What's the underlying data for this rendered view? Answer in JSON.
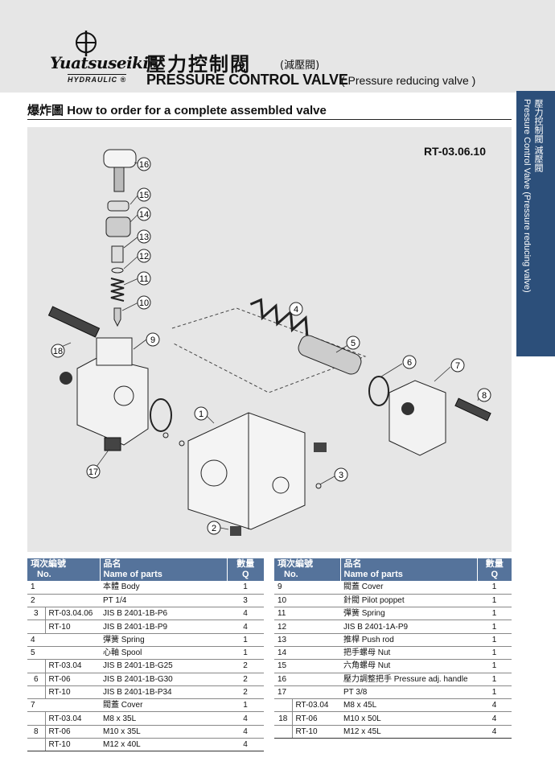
{
  "header": {
    "brand": "Yuatsuseiki",
    "brand_sub": "HYDRAULIC ®",
    "title_zh": "壓力控制閥",
    "title_zh_sub": "(減壓閥)",
    "title_en": "PRESSURE CONTROL VALVE",
    "title_en_sub": "( Pressure reducing valve )"
  },
  "section": {
    "zh": "爆炸圖",
    "en": "How to order for a complete assembled valve"
  },
  "side_tab": {
    "line1": "壓力控制閥 減壓閥",
    "line2": "Pressure Control Valve (Pressure reducing valve)"
  },
  "diagram": {
    "model": "RT-03.06.10",
    "callouts": [
      "1",
      "2",
      "3",
      "4",
      "5",
      "6",
      "7",
      "8",
      "9",
      "10",
      "11",
      "12",
      "13",
      "14",
      "15",
      "16",
      "17",
      "18"
    ]
  },
  "table_headers": {
    "no_zh": "項次編號",
    "no_en": "No.",
    "name_zh": "品名",
    "name_en": "Name of parts",
    "q_zh": "數量",
    "q_en": "Q"
  },
  "left_rows": [
    {
      "no": "1",
      "sub": "",
      "name": "本體 Body",
      "q": "1"
    },
    {
      "no": "2",
      "sub": "",
      "name": "PT 1/4",
      "q": "3"
    },
    {
      "no": "3",
      "sub": "RT-03.04.06",
      "name": "JIS B 2401-1B-P6",
      "q": "4"
    },
    {
      "no": "",
      "sub": "RT-10",
      "name": "JIS B 2401-1B-P9",
      "q": "4"
    },
    {
      "no": "4",
      "sub": "",
      "name": "彈簧 Spring",
      "q": "1"
    },
    {
      "no": "5",
      "sub": "",
      "name": "心軸 Spool",
      "q": "1"
    },
    {
      "no": "",
      "sub": "RT-03.04",
      "name": "JIS B 2401-1B-G25",
      "q": "2"
    },
    {
      "no": "6",
      "sub": "RT-06",
      "name": "JIS B 2401-1B-G30",
      "q": "2"
    },
    {
      "no": "",
      "sub": "RT-10",
      "name": "JIS B 2401-1B-P34",
      "q": "2"
    },
    {
      "no": "7",
      "sub": "",
      "name": "閥蓋 Cover",
      "q": "1"
    },
    {
      "no": "",
      "sub": "RT-03.04",
      "name": "M8 x 35L",
      "q": "4"
    },
    {
      "no": "8",
      "sub": "RT-06",
      "name": "M10 x 35L",
      "q": "4"
    },
    {
      "no": "",
      "sub": "RT-10",
      "name": "M12 x 40L",
      "q": "4"
    }
  ],
  "right_rows": [
    {
      "no": "9",
      "sub": "",
      "name": "閥蓋 Cover",
      "q": "1"
    },
    {
      "no": "10",
      "sub": "",
      "name": "針閥 Pilot poppet",
      "q": "1"
    },
    {
      "no": "11",
      "sub": "",
      "name": "彈簧 Spring",
      "q": "1"
    },
    {
      "no": "12",
      "sub": "",
      "name": "JIS B 2401-1A-P9",
      "q": "1"
    },
    {
      "no": "13",
      "sub": "",
      "name": "推桿 Push rod",
      "q": "1"
    },
    {
      "no": "14",
      "sub": "",
      "name": "把手螺母 Nut",
      "q": "1"
    },
    {
      "no": "15",
      "sub": "",
      "name": "六角螺母 Nut",
      "q": "1"
    },
    {
      "no": "16",
      "sub": "",
      "name": "壓力調整把手 Pressure adj. handle",
      "q": "1"
    },
    {
      "no": "17",
      "sub": "",
      "name": "PT 3/8",
      "q": "1"
    },
    {
      "no": "",
      "sub": "RT-03.04",
      "name": "M8 x 45L",
      "q": "4"
    },
    {
      "no": "18",
      "sub": "RT-06",
      "name": "M10 x 50L",
      "q": "4"
    },
    {
      "no": "",
      "sub": "RT-10",
      "name": "M12 x 45L",
      "q": "4"
    }
  ],
  "colors": {
    "header_bg": "#e6e6e6",
    "side_tab": "#2c4f7a",
    "table_header": "#55739b"
  }
}
